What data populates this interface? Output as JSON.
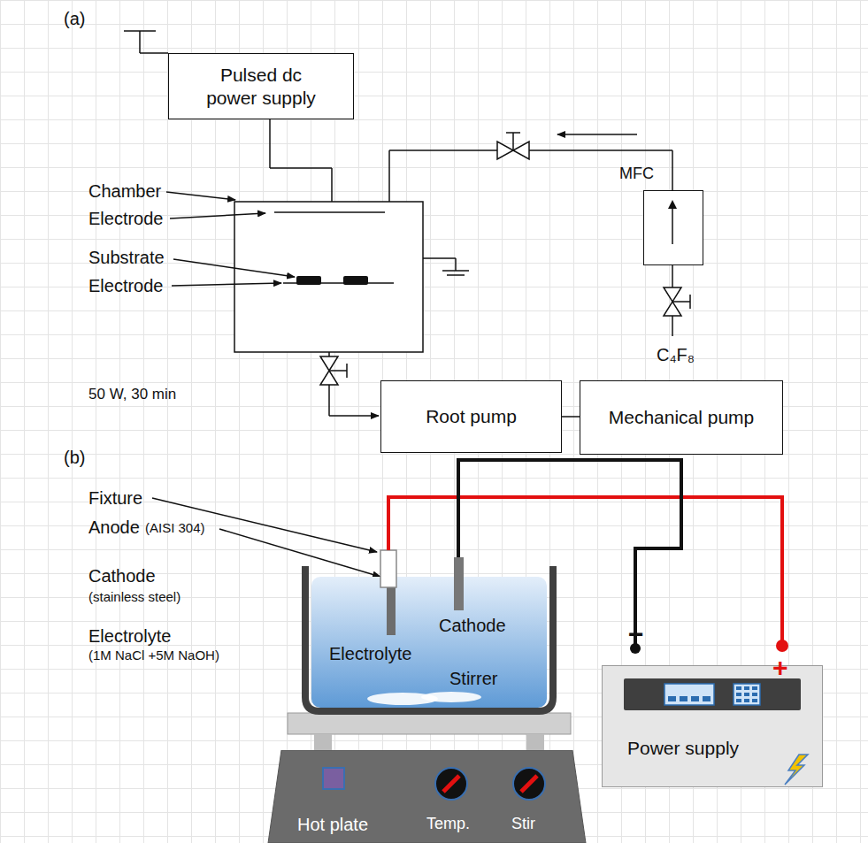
{
  "diagram": {
    "nodes": [
      {
        "text": [
          "Pulsed dc power supply"
        ]
      },
      {
        "text": [
          "Root pump"
        ]
      },
      {
        "text": [
          "Mechanical pump"
        ]
      },
      {
        "text": [
          "MFC"
        ]
      },
      {
        "text": [
          "Power supply"
        ]
      },
      {
        "text": [
          "Hot plate"
        ]
      }
    ],
    "edges": [
      {
        "from": 1,
        "to": 2,
        "arrow": "none"
      }
    ],
    "labels": [
      "(a)",
      "Chamber",
      "Electrode",
      "Substrate",
      "Electrode",
      "C₄F₈",
      "50 W, 30 min",
      "(b)",
      "Fixture",
      "Anode",
      "(AISI 304)",
      "Cathode",
      "(stainless steel)",
      "Electrolyte",
      "(1M NaCl +5M NaOH)",
      "Cathode",
      "Electrolyte",
      "Stirrer",
      "Temp.",
      "Stir",
      "−",
      "+"
    ]
  }
}
